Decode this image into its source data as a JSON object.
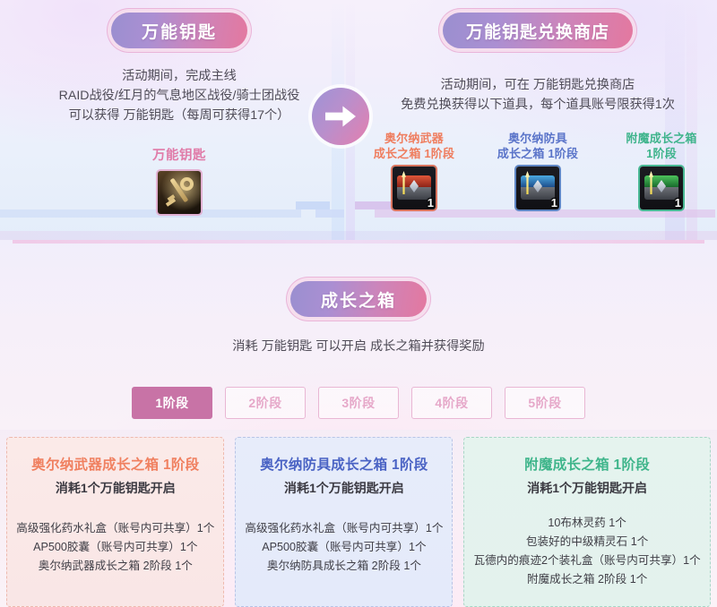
{
  "top": {
    "left": {
      "title": "万能钥匙",
      "lead_lines": [
        "活动期间，完成主线",
        "RAID战役/红月的气息地区战役/骑士团战役",
        "可以获得 万能钥匙（每周可获得17个）"
      ],
      "item_label": "万能钥匙",
      "item_icon": "key-icon"
    },
    "right": {
      "title": "万能钥匙兑换商店",
      "lead_lines": [
        "活动期间，可在 万能钥匙兑换商店",
        "免费兑换获得以下道具，每个道具账号限获得1次"
      ],
      "items": [
        {
          "name_line1": "奥尔纳武器",
          "name_line2": "成长之箱 1阶段",
          "count": "1",
          "color": "#ef7d5e",
          "icon": "red-chest-icon"
        },
        {
          "name_line1": "奥尔纳防具",
          "name_line2": "成长之箱 1阶段",
          "count": "1",
          "color": "#5a74c9",
          "icon": "blue-chest-icon"
        },
        {
          "name_line1": "附魔成长之箱",
          "name_line2": "1阶段",
          "count": "1",
          "color": "#3fb48c",
          "icon": "green-chest-icon"
        }
      ]
    },
    "arrow_icon": "arrow-right-icon"
  },
  "middle": {
    "title": "成长之箱",
    "subtitle": "消耗 万能钥匙 可以开启 成长之箱并获得奖励",
    "stages": [
      {
        "label": "1阶段",
        "active": true
      },
      {
        "label": "2阶段",
        "active": false
      },
      {
        "label": "3阶段",
        "active": false
      },
      {
        "label": "4阶段",
        "active": false
      },
      {
        "label": "5阶段",
        "active": false
      }
    ],
    "active_color": "#c873a6"
  },
  "cards": [
    {
      "title": "奥尔纳武器成长之箱 1阶段",
      "cost": "消耗1个万能钥匙开启",
      "color": "#f08060",
      "rewards": [
        "高级强化药水礼盒（账号内可共享）1个",
        "AP500胶囊（账号内可共享）1个",
        "奥尔纳武器成长之箱 2阶段 1个"
      ]
    },
    {
      "title": "奥尔纳防具成长之箱 1阶段",
      "cost": "消耗1个万能钥匙开启",
      "color": "#4a63c4",
      "rewards": [
        "高级强化药水礼盒（账号内可共享）1个",
        "AP500胶囊（账号内可共享）1个",
        "奥尔纳防具成长之箱 2阶段 1个"
      ]
    },
    {
      "title": "附魔成长之箱 1阶段",
      "cost": "消耗1个万能钥匙开启",
      "color": "#3fb58b",
      "rewards": [
        "10布林灵药 1个",
        "包装好的中级精灵石 1个",
        "瓦德内的痕迹2个装礼盒（账号内可共享）1个",
        "附魔成长之箱 2阶段 1个"
      ]
    }
  ]
}
